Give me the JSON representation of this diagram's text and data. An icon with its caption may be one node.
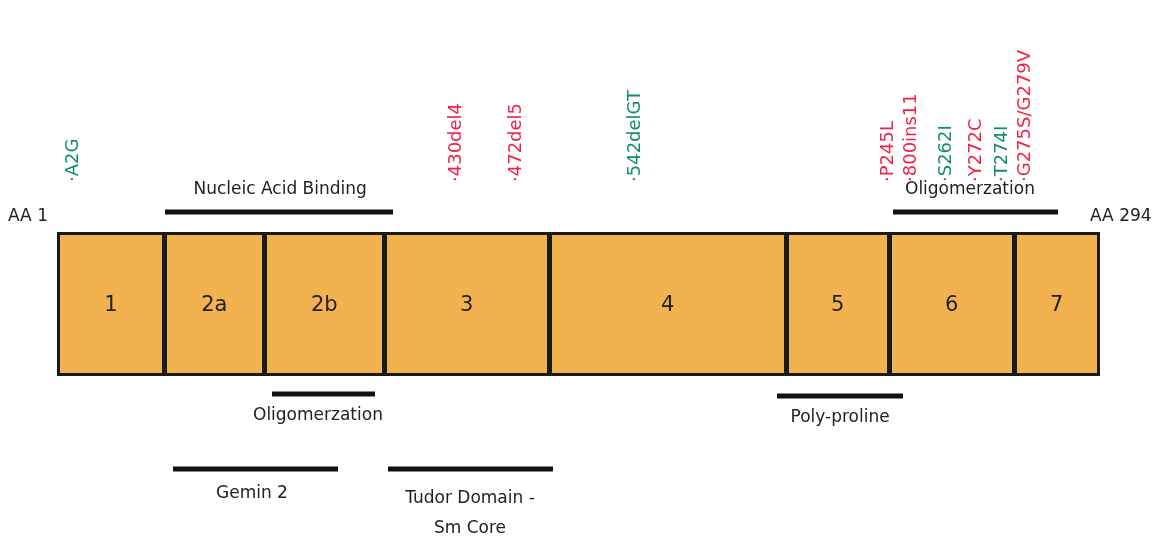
{
  "diagram": {
    "nodes": [
      {
        "text": [
          "1"
        ]
      },
      {
        "text": [
          "2a"
        ]
      },
      {
        "text": [
          "2b"
        ]
      },
      {
        "text": [
          "3"
        ]
      },
      {
        "text": [
          "4"
        ]
      },
      {
        "text": [
          "5"
        ]
      },
      {
        "text": [
          "6"
        ]
      },
      {
        "text": [
          "7"
        ]
      }
    ],
    "labels": [
      "·A2G",
      "·430del4",
      "·472del5",
      "·542delGT",
      "·P245L",
      "·800ins11",
      "·S262I",
      "·Y272C",
      "·T274I",
      "·G275S/G279V",
      "Nucleic Acid Binding",
      "Oligomerzation",
      "AA 1",
      "AA 294",
      "Oligomerzation",
      "Poly-proline",
      "Gemin 2",
      "Tudor Domain - Sm Core"
    ]
  }
}
